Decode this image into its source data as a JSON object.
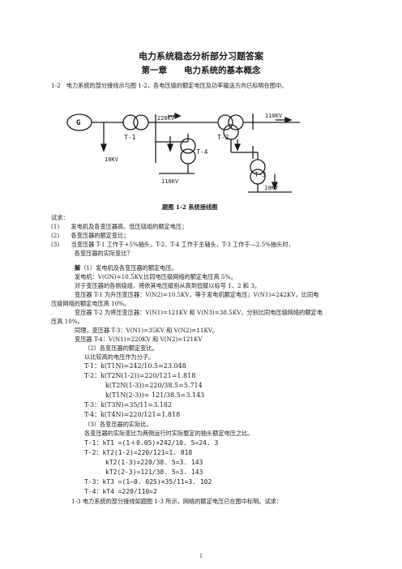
{
  "doc": {
    "title": "电力系统稳态分析部分习题答案",
    "chapter": "第一章　　电力系统的基本概念"
  },
  "problem_1_2": {
    "text": "1-2　电力系统的部分接线示与图 1-2，各电压级的额定电压及功率输送方向已标明在图中。"
  },
  "diagram": {
    "generator": "G",
    "t1": "T-1",
    "t2": "T-2",
    "t3": "T-3",
    "t4": "T-4",
    "v220": "220KV",
    "v110_top": "110KV",
    "v10_left": "10KV",
    "v110_bottom": "110KV",
    "v10_right": "10KV",
    "caption": "题图 1-2 系统接线图"
  },
  "questions": {
    "intro": "试求：",
    "q1": "(1)　　发电机及各变压器高、低压绕组的额定电压；",
    "q2": "(2)　　各变压器的额定变比；",
    "q3a": "(3)　　当变压器 T-1 工作于+5%抽头，T-2、T-4 工作于主轴头，T-3 工作于—2.5%抽头时，",
    "q3b": "　　　　各变压器的实际变比？"
  },
  "solution": {
    "head_bold": "解",
    "head_rest": "（1）发电机及各变压器的额定电压。",
    "gen": "发电机：V(GN)=10.5KV,比同电压级网络的额定电压高 5%。",
    "rule": "对于变压器的各侧绕组，将依其电压级别从高到低赋以标号 1、2 和 3。",
    "t1_line": "变压器 T-1 为升压变压器：V(N2)=10.5KV，等于发电机额定电压；V(N1)=242KV，比同电",
    "t1_line2": "压级网络的额定电压高 10%。",
    "t2_line": "变压器 T-2 为将压变压器：V(N1)=121KV 和 V(N3)=38.5KV，分别比同电压级网络的额定电",
    "t2_line2": "压高 10%。",
    "t3_line": "同理，变压器 T-3：V(N1)=35KV 和 V(N2)=11KV。",
    "t4_line": "变压器 T-4：V(N1)=220KV 和 V(N2)=121KV",
    "part2": "（2）各变压器的额定变比。",
    "part2_note": "以比较高的电压作为分子。",
    "r1": "T-1：k(T1N)=242/10.5=23.048",
    "r2": "T-2：k(T2N(1-2))=220/121=1.818",
    "r3": "k(T2N(1-3))=220/38.5=5.714",
    "r4": "k(T1N(2-3))= 121/38.5=3.143",
    "r5": "T-3：k(T3N)=35/11=3.182",
    "r6": "T-4：k(T4N)=220/121=1.818",
    "part3": "（3）各变压器的实际比。",
    "part3_note": "各变压器的实际变比为两侧运行时实际整定的抽头额定电压之比。",
    "a1": "T-1：kT1 =(1＋0.05)×242/10. 5=24. 3",
    "a2": "T-2：kT2(1-2)=220/121=1. 818",
    "a3": "kT2(1-3)=220/38. 5=3. 143",
    "a4": "kT2(2-3)=121/38. 5=3. 143",
    "a5": "T-3：kT3 =(1—0. 025)×35/11=3. 102",
    "a6": "T-4：kT4 =220/110=2",
    "next": "1-3 电力系统的部分接线如题图 1-3 所示，网络的额定电压已在图中标明。试求："
  },
  "page_number": "1"
}
